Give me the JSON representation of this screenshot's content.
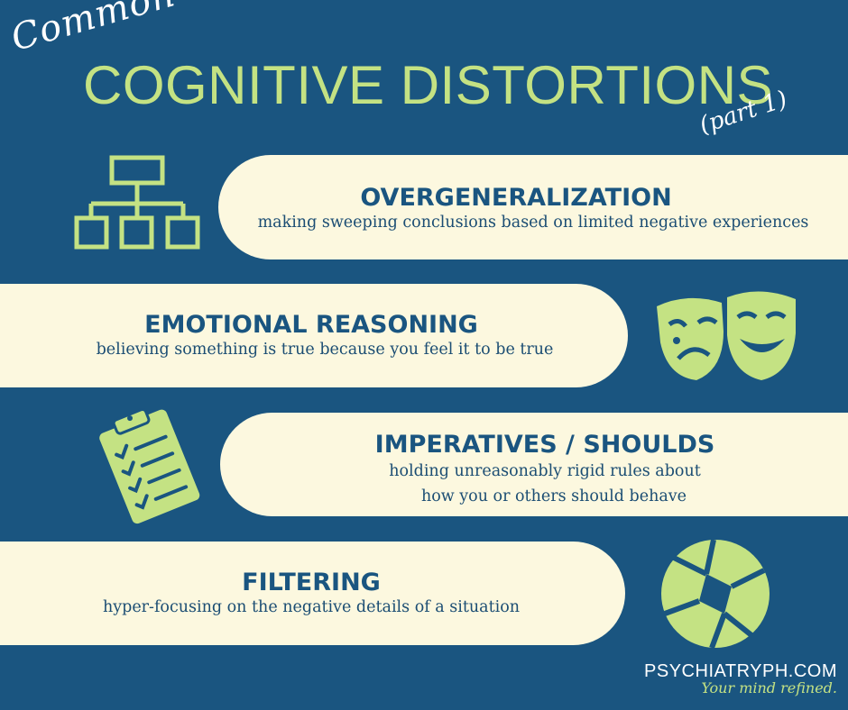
{
  "header": {
    "script_title": "Common",
    "main_title": "COGNITIVE DISTORTIONS",
    "part_label": "(part 1)"
  },
  "distortions": [
    {
      "title": "OVERGENERALIZATION",
      "description": "making sweeping conclusions based on limited negative experiences",
      "icon": "hierarchy-icon"
    },
    {
      "title": "EMOTIONAL REASONING",
      "description": "believing something is true because you feel it to be true",
      "icon": "theater-masks-icon"
    },
    {
      "title": "IMPERATIVES / SHOULDS",
      "description_line1": "holding unreasonably rigid rules about",
      "description_line2": "how you or others should behave",
      "icon": "clipboard-checklist-icon"
    },
    {
      "title": "FILTERING",
      "description": "hyper-focusing on the negative details of a situation",
      "icon": "camera-aperture-icon"
    }
  ],
  "footer": {
    "website": "PSYCHIATRYPH.COM",
    "tagline": "Your mind refined."
  },
  "colors": {
    "background": "#1a5580",
    "accent_green": "#c4e283",
    "card": "#fcf8df",
    "text_dark": "#1b4d73"
  }
}
